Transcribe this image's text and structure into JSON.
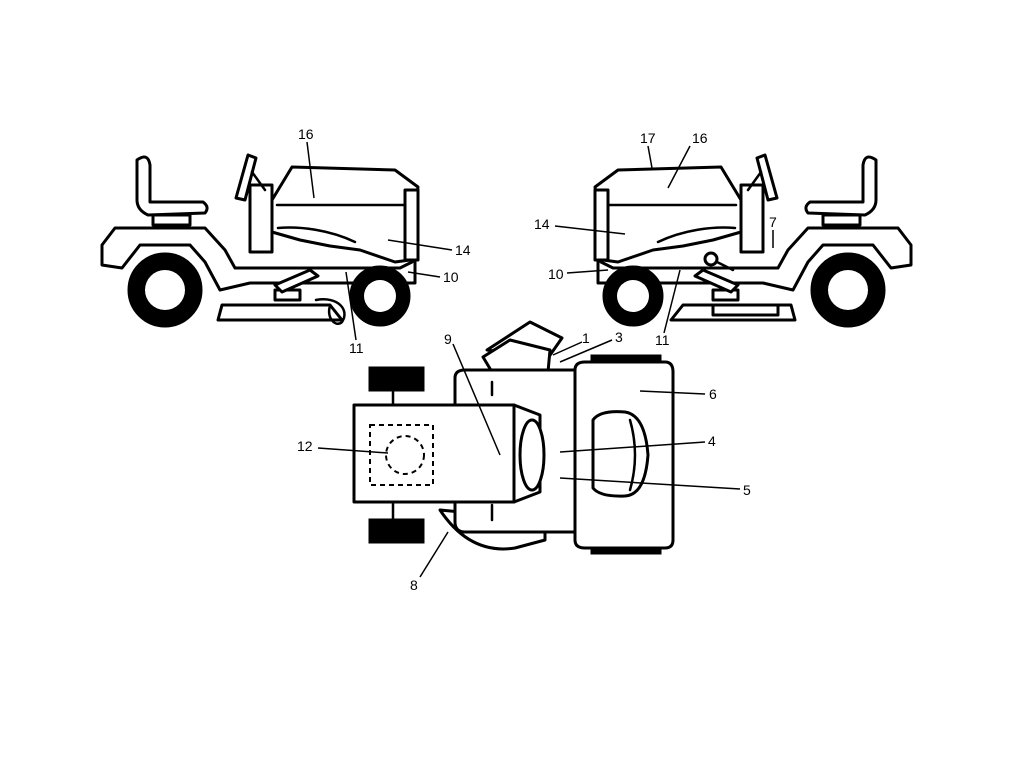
{
  "callouts": {
    "left_view": [
      "16",
      "14",
      "10",
      "11"
    ],
    "right_view": [
      "17",
      "16",
      "14",
      "7",
      "10",
      "11"
    ],
    "top_view": [
      "1",
      "3",
      "9",
      "6",
      "4",
      "5",
      "12",
      "8"
    ]
  }
}
